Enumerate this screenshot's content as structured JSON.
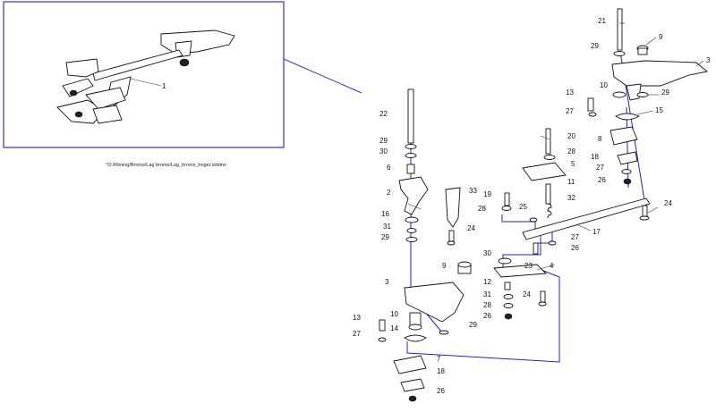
{
  "drawing": {
    "file_path": "°D:/Ritning/Broms/Lag broms/Lag_broms_hoger.slddrw",
    "overview_label": "1",
    "callouts": [
      "21",
      "9",
      "3",
      "29",
      "13",
      "10",
      "29",
      "27",
      "15",
      "20",
      "22",
      "8",
      "28",
      "29",
      "18",
      "30",
      "5",
      "27",
      "6",
      "26",
      "11",
      "2",
      "33",
      "19",
      "32",
      "28",
      "25",
      "24",
      "16",
      "31",
      "24",
      "29",
      "17",
      "27",
      "26",
      "30",
      "23",
      "4",
      "9",
      "3",
      "12",
      "31",
      "24",
      "28",
      "26",
      "10",
      "29",
      "13",
      "14",
      "27",
      "7",
      "18",
      "26"
    ]
  }
}
